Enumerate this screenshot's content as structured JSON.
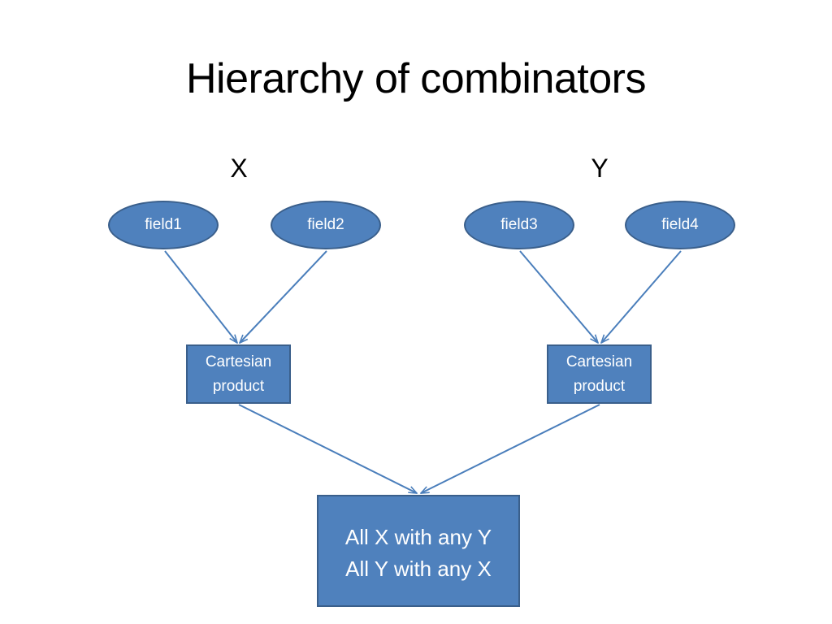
{
  "slide": {
    "title": "Hierarchy of combinators"
  },
  "groups": {
    "x_label": "X",
    "y_label": "Y"
  },
  "fields": {
    "field1": "field1",
    "field2": "field2",
    "field3": "field3",
    "field4": "field4"
  },
  "cartesian": {
    "left": {
      "line1": "Cartesian",
      "line2": "product"
    },
    "right": {
      "line1": "Cartesian",
      "line2": "product"
    }
  },
  "result": {
    "line1": "All X with any Y",
    "line2": "All Y with any X"
  },
  "colors": {
    "shape_fill": "#4f81bd",
    "shape_border": "#3a5f8b",
    "arrow": "#4a7ebb",
    "text_on_shape": "#ffffff"
  }
}
